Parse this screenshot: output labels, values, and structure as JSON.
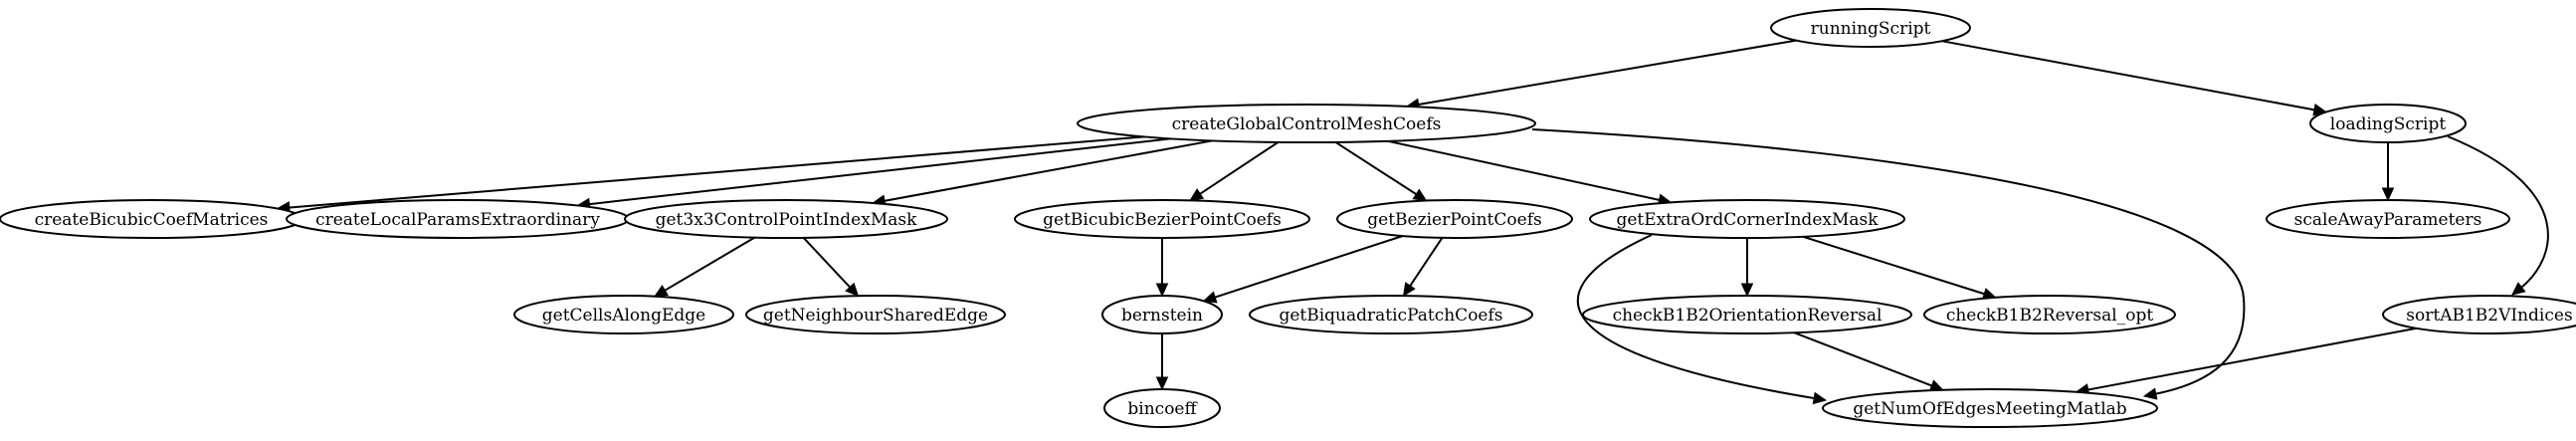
{
  "nodes": [
    {
      "id": "runningScript",
      "label": "runningScript"
    },
    {
      "id": "createGlobalControlMeshCoefs",
      "label": "createGlobalControlMeshCoefs"
    },
    {
      "id": "loadingScript",
      "label": "loadingScript"
    },
    {
      "id": "createBicubicCoefMatrices",
      "label": "createBicubicCoefMatrices"
    },
    {
      "id": "createLocalParamsExtraordinary",
      "label": "createLocalParamsExtraordinary"
    },
    {
      "id": "get3x3ControlPointIndexMask",
      "label": "get3x3ControlPointIndexMask"
    },
    {
      "id": "getBicubicBezierPointCoefs",
      "label": "getBicubicBezierPointCoefs"
    },
    {
      "id": "getBezierPointCoefs",
      "label": "getBezierPointCoefs"
    },
    {
      "id": "getExtraOrdCornerIndexMask",
      "label": "getExtraOrdCornerIndexMask"
    },
    {
      "id": "scaleAwayParameters",
      "label": "scaleAwayParameters"
    },
    {
      "id": "getCellsAlongEdge",
      "label": "getCellsAlongEdge"
    },
    {
      "id": "getNeighbourSharedEdge",
      "label": "getNeighbourSharedEdge"
    },
    {
      "id": "bernstein",
      "label": "bernstein"
    },
    {
      "id": "getBiquadraticPatchCoefs",
      "label": "getBiquadraticPatchCoefs"
    },
    {
      "id": "checkB1B2OrientationReversal",
      "label": "checkB1B2OrientationReversal"
    },
    {
      "id": "checkB1B2Reversal_opt",
      "label": "checkB1B2Reversal_opt"
    },
    {
      "id": "sortAB1B2VIndices",
      "label": "sortAB1B2VIndices"
    },
    {
      "id": "bincoeff",
      "label": "bincoeff"
    },
    {
      "id": "getNumOfEdgesMeetingMatlab",
      "label": "getNumOfEdgesMeetingMatlab"
    }
  ],
  "edges": [
    {
      "from": "runningScript",
      "to": "createGlobalControlMeshCoefs"
    },
    {
      "from": "runningScript",
      "to": "loadingScript"
    },
    {
      "from": "createGlobalControlMeshCoefs",
      "to": "createBicubicCoefMatrices"
    },
    {
      "from": "createGlobalControlMeshCoefs",
      "to": "createLocalParamsExtraordinary"
    },
    {
      "from": "createGlobalControlMeshCoefs",
      "to": "get3x3ControlPointIndexMask"
    },
    {
      "from": "createGlobalControlMeshCoefs",
      "to": "getBicubicBezierPointCoefs"
    },
    {
      "from": "createGlobalControlMeshCoefs",
      "to": "getBezierPointCoefs"
    },
    {
      "from": "createGlobalControlMeshCoefs",
      "to": "getExtraOrdCornerIndexMask"
    },
    {
      "from": "createGlobalControlMeshCoefs",
      "to": "getNumOfEdgesMeetingMatlab"
    },
    {
      "from": "loadingScript",
      "to": "scaleAwayParameters"
    },
    {
      "from": "loadingScript",
      "to": "sortAB1B2VIndices"
    },
    {
      "from": "get3x3ControlPointIndexMask",
      "to": "getCellsAlongEdge"
    },
    {
      "from": "get3x3ControlPointIndexMask",
      "to": "getNeighbourSharedEdge"
    },
    {
      "from": "getBicubicBezierPointCoefs",
      "to": "bernstein"
    },
    {
      "from": "getBezierPointCoefs",
      "to": "bernstein"
    },
    {
      "from": "getBezierPointCoefs",
      "to": "getBiquadraticPatchCoefs"
    },
    {
      "from": "getExtraOrdCornerIndexMask",
      "to": "checkB1B2OrientationReversal"
    },
    {
      "from": "getExtraOrdCornerIndexMask",
      "to": "checkB1B2Reversal_opt"
    },
    {
      "from": "getExtraOrdCornerIndexMask",
      "to": "getNumOfEdgesMeetingMatlab"
    },
    {
      "from": "bernstein",
      "to": "bincoeff"
    },
    {
      "from": "checkB1B2OrientationReversal",
      "to": "getNumOfEdgesMeetingMatlab"
    },
    {
      "from": "sortAB1B2VIndices",
      "to": "getNumOfEdgesMeetingMatlab"
    }
  ]
}
